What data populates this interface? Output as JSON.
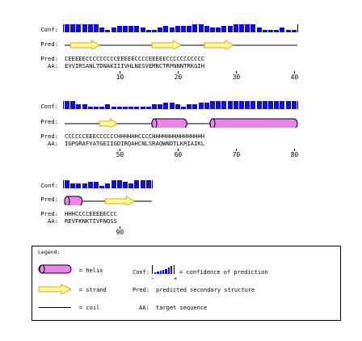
{
  "labels": {
    "conf": "Conf:",
    "pred": "Pred:",
    "pred_ss": "Pred:",
    "aa": "AA:"
  },
  "blocks": [
    {
      "pred_string": "CEEEEECCCCCCCCCEEEEECCCCEEEEECCCCCCCCCCC",
      "aa_string": "EVVIRSANLTDNAKIIIVHLNESVEMNCTRPNNNTRKGIH",
      "ticks": [
        "10",
        "20",
        "30",
        "40"
      ],
      "confidence": [
        9,
        9,
        9,
        9,
        9,
        9,
        5,
        3,
        5,
        7,
        7,
        7,
        7,
        5,
        3,
        3,
        5,
        7,
        5,
        7,
        7,
        7,
        9,
        9,
        7,
        5,
        5,
        7,
        7,
        9,
        9,
        9,
        9,
        5,
        3,
        3,
        3,
        5,
        3,
        3
      ],
      "segments": [
        {
          "type": "coil",
          "from": 0,
          "to": 1
        },
        {
          "type": "strand",
          "from": 1,
          "to": 6
        },
        {
          "type": "coil",
          "from": 6,
          "to": 15
        },
        {
          "type": "strand",
          "from": 15,
          "to": 20
        },
        {
          "type": "coil",
          "from": 20,
          "to": 24
        },
        {
          "type": "strand",
          "from": 24,
          "to": 29
        },
        {
          "type": "coil",
          "from": 29,
          "to": 40
        }
      ]
    },
    {
      "pred_string": "CCCCCCEEECCCCCCHHHHHHCCCCHHHHHHHHHHHHHHH",
      "aa_string": "IGPGRAFYATGEIIGDIRQAHCNLSRAQWNDTLKRIAIKL",
      "ticks": [
        "50",
        "60",
        "70",
        "80"
      ],
      "confidence": [
        9,
        9,
        5,
        5,
        3,
        3,
        3,
        5,
        3,
        3,
        3,
        3,
        3,
        3,
        3,
        5,
        5,
        7,
        7,
        5,
        3,
        5,
        5,
        7,
        7,
        9,
        9,
        9,
        9,
        9,
        9,
        9,
        9,
        9,
        9,
        9,
        9,
        9,
        9,
        9
      ],
      "segments": [
        {
          "type": "coil",
          "from": 0,
          "to": 6
        },
        {
          "type": "strand",
          "from": 6,
          "to": 9
        },
        {
          "type": "coil",
          "from": 9,
          "to": 15
        },
        {
          "type": "helix",
          "from": 15,
          "to": 21
        },
        {
          "type": "coil",
          "from": 21,
          "to": 25
        },
        {
          "type": "helix",
          "from": 25,
          "to": 40
        }
      ]
    },
    {
      "pred_string": "HHHCCCCEEEEECCC",
      "aa_string": "REVFKNKTIVFNQSS",
      "ticks": [
        "90"
      ],
      "confidence": [
        9,
        5,
        5,
        5,
        7,
        7,
        3,
        5,
        9,
        9,
        7,
        5,
        9,
        9,
        9
      ],
      "segments": [
        {
          "type": "helix",
          "from": 0,
          "to": 3
        },
        {
          "type": "coil",
          "from": 3,
          "to": 7
        },
        {
          "type": "strand",
          "from": 7,
          "to": 12
        },
        {
          "type": "coil",
          "from": 12,
          "to": 15
        }
      ]
    }
  ],
  "legend": {
    "title": "Legend:",
    "helix": "= helix",
    "strand": "= strand",
    "coil": "= coil",
    "conf_label": "Conf:",
    "conf_desc": "= confidence of prediction",
    "conf_minus": "-",
    "conf_plus": "+",
    "pred_label": "Pred:",
    "pred_desc": "predicted secondary structure",
    "aa_label": "AA:",
    "aa_desc": "target sequence"
  },
  "colors": {
    "helix": "#ee82ee",
    "strand": "#ffff99",
    "conf_bar": "#1010d8"
  }
}
